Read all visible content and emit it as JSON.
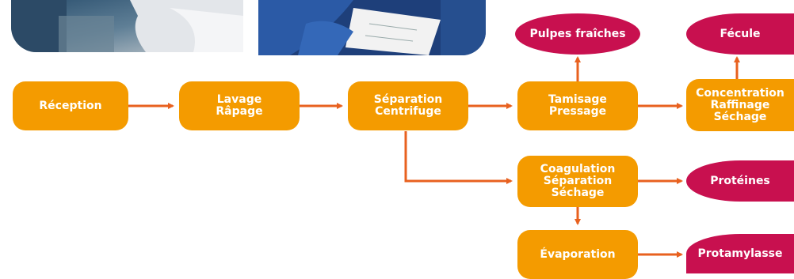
{
  "colors": {
    "process": "#f49b00",
    "product": "#c8104f",
    "arrow": "#e8611f"
  },
  "steps": {
    "reception": "Réception",
    "lavage_l1": "Lavage",
    "lavage_l2": "Râpage",
    "separation_l1": "Séparation",
    "separation_l2": "Centrifuge",
    "tamisage_l1": "Tamisage",
    "tamisage_l2": "Pressage",
    "concentration_l1": "Concentration",
    "concentration_l2": "Raffinage",
    "concentration_l3": "Séchage",
    "coagulation_l1": "Coagulation",
    "coagulation_l2": "Séparation",
    "coagulation_l3": "Séchage",
    "evaporation": "Évaporation"
  },
  "products": {
    "pulpes": "Pulpes fraîches",
    "fecule": "Fécule",
    "proteines": "Protéines",
    "protamylasse": "Protamylasse"
  }
}
